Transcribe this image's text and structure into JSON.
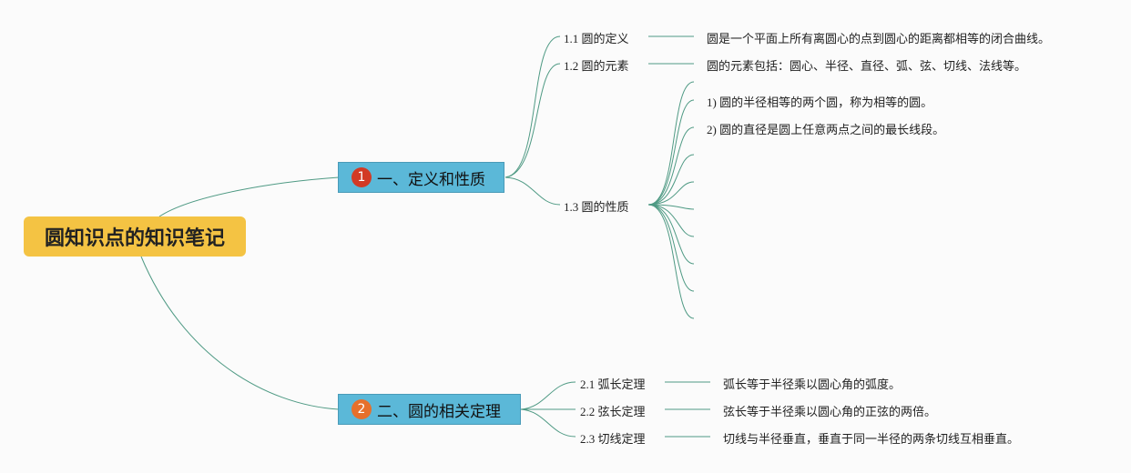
{
  "root": {
    "label": "圆知识点的知识笔记"
  },
  "topics": [
    {
      "badge": "1",
      "badge_color": "#d23a25",
      "label": "一、定义和性质"
    },
    {
      "badge": "2",
      "badge_color": "#e6702b",
      "label": "二、圆的相关定理"
    }
  ],
  "subtopics": [
    {
      "label": "1.1 圆的定义"
    },
    {
      "label": "1.2 圆的元素"
    },
    {
      "label": "1.3 圆的性质"
    },
    {
      "label": "2.1 弧长定理"
    },
    {
      "label": "2.2 弦长定理"
    },
    {
      "label": "2.3 切线定理"
    }
  ],
  "leaves": [
    {
      "text": "圆是一个平面上所有离圆心的点到圆心的距离都相等的闭合曲线。"
    },
    {
      "text": "圆的元素包括：圆心、半径、直径、弧、弦、切线、法线等。"
    },
    {
      "text": "1) 圆的半径相等的两个圆，称为相等的圆。"
    },
    {
      "text": "2) 圆的直径是圆上任意两点之间的最长线段。"
    },
    {
      "text": "弧长等于半径乘以圆心角的弧度。"
    },
    {
      "text": "弦长等于半径乘以圆心角的正弦的两倍。"
    },
    {
      "text": "切线与半径垂直，垂直于同一半径的两条切线互相垂直。"
    }
  ],
  "colors": {
    "link": "#4f9a84",
    "root_fill": "#f4c343",
    "topic_fill": "#5bb8d8"
  }
}
